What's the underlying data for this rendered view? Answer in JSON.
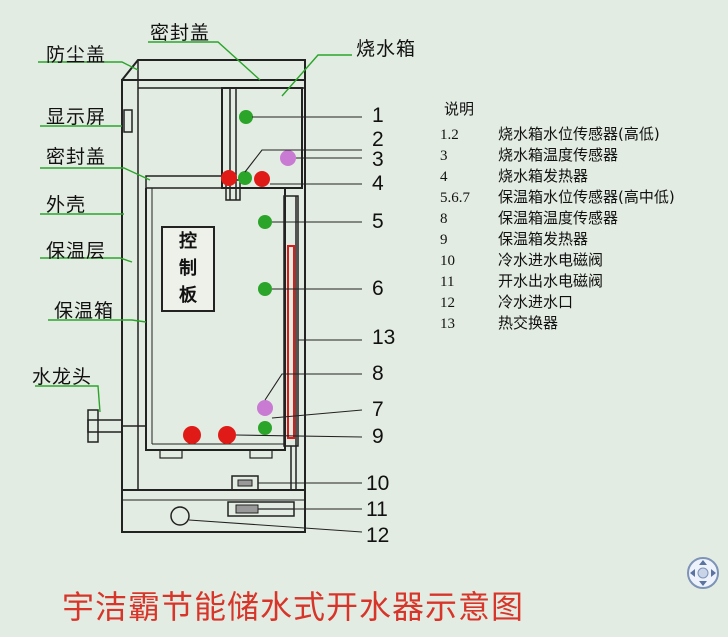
{
  "labels": {
    "seal_cover_top": "密封盖",
    "dust_cover": "防尘盖",
    "boil_tank": "烧水箱",
    "display": "显示屏",
    "seal_cover_mid": "密封盖",
    "shell": "外壳",
    "insulation_layer": "保温层",
    "insulated_tank": "保温箱",
    "faucet": "水龙头"
  },
  "control_board": [
    "控",
    "制",
    "板"
  ],
  "numbers": [
    "1",
    "2",
    "3",
    "4",
    "5",
    "6",
    "13",
    "8",
    "7",
    "9",
    "10",
    "11",
    "12"
  ],
  "legend_title": "说明",
  "legend": [
    {
      "k": "1.2",
      "v": "烧水箱水位传感器(高低)"
    },
    {
      "k": "3",
      "v": "烧水箱温度传感器"
    },
    {
      "k": "4",
      "v": "烧水箱发热器"
    },
    {
      "k": "5.6.7",
      "v": "保温箱水位传感器(高中低)"
    },
    {
      "k": "8",
      "v": "保温箱温度传感器"
    },
    {
      "k": "9",
      "v": "保温箱发热器"
    },
    {
      "k": "10",
      "v": "冷水进水电磁阀"
    },
    {
      "k": "11",
      "v": "开水出水电磁阀"
    },
    {
      "k": "12",
      "v": "冷水进水口"
    },
    {
      "k": "13",
      "v": "热交换器"
    }
  ],
  "caption": "宇洁霸节能储水式开水器示意图",
  "colors": {
    "background": "#e3ece2",
    "level_sensor": "#2aa52a",
    "temp_sensor": "#c97ad3",
    "heater": "#e01b17",
    "leader_line": "#2aa52a",
    "heat_exchanger": "#e01b17",
    "caption": "#d8352a"
  },
  "icons": {
    "nav": "directional-pad-icon"
  }
}
